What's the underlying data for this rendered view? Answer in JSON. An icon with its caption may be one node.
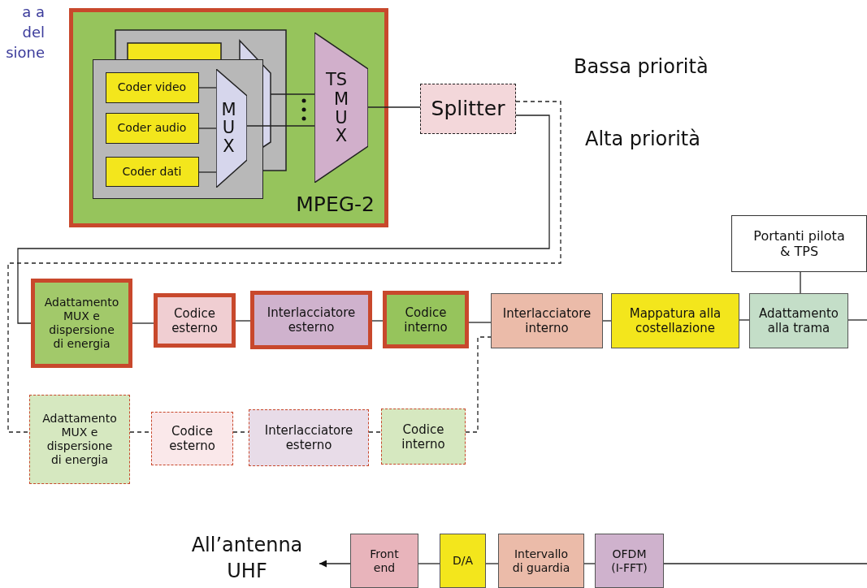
{
  "diagram": {
    "nodes": [
      {
        "text": [
          "MPEG-2"
        ]
      },
      {
        "text": [],
        "shape": "box",
        "in": 0
      },
      {
        "text": [
          "Coder video"
        ],
        "in": 1
      },
      {
        "text": [
          "Coder audio"
        ],
        "in": 1
      },
      {
        "text": [
          "Coder dati"
        ],
        "in": 1
      },
      {
        "text": [
          "MUX"
        ],
        "in": 1
      },
      {
        "text": [
          "TS",
          "MUX"
        ],
        "in": 0
      },
      {
        "text": [
          "Splitter"
        ]
      },
      {
        "text": [
          "Adattamento MUX e dispersione di energia"
        ]
      },
      {
        "text": [
          "Codice esterno"
        ]
      },
      {
        "text": [
          "Interlacciatore esterno"
        ]
      },
      {
        "text": [
          "Codice interno"
        ]
      },
      {
        "text": [
          "Interlacciatore interno"
        ]
      },
      {
        "text": [
          "Mappatura alla costellazione"
        ]
      },
      {
        "text": [
          "Adattamento alla trama"
        ]
      },
      {
        "text": [
          "Portanti pilota & TPS"
        ]
      },
      {
        "text": [
          "Adattamento MUX e dispersione di energia"
        ]
      },
      {
        "text": [
          "Codice esterno"
        ]
      },
      {
        "text": [
          "Interlacciatore esterno"
        ]
      },
      {
        "text": [
          "Codice interno"
        ]
      },
      {
        "text": [
          "Front end"
        ]
      },
      {
        "text": [
          "D/A"
        ]
      },
      {
        "text": [
          "Intervallo di guardia"
        ]
      },
      {
        "text": [
          "OFDM (I-FFT)"
        ]
      },
      {
        "text": [
          "All’antenna UHF"
        ]
      }
    ],
    "edges": [
      {
        "from": 2,
        "to": 5,
        "arrow": "none"
      },
      {
        "from": 3,
        "to": 5,
        "arrow": "none"
      },
      {
        "from": 4,
        "to": 5,
        "arrow": "none"
      },
      {
        "from": 5,
        "to": 6,
        "arrow": "none"
      },
      {
        "from": 6,
        "to": 7,
        "arrow": "none"
      },
      {
        "from": 7,
        "to": 8,
        "arrow": "none"
      },
      {
        "from": 7,
        "to": 16,
        "arrow": "none",
        "style": "dashed"
      },
      {
        "from": 8,
        "to": 9,
        "arrow": "none"
      },
      {
        "from": 9,
        "to": 10,
        "arrow": "none"
      },
      {
        "from": 10,
        "to": 11,
        "arrow": "none"
      },
      {
        "from": 11,
        "to": 12,
        "arrow": "none"
      },
      {
        "from": 12,
        "to": 13,
        "arrow": "none"
      },
      {
        "from": 13,
        "to": 14,
        "arrow": "none"
      },
      {
        "from": 15,
        "to": 14,
        "arrow": "none"
      },
      {
        "from": 14,
        "to": null,
        "arrow": "none"
      },
      {
        "from": 16,
        "to": 17,
        "arrow": "none",
        "style": "dashed"
      },
      {
        "from": 17,
        "to": 18,
        "arrow": "none",
        "style": "dashed"
      },
      {
        "from": 18,
        "to": 19,
        "arrow": "none",
        "style": "dashed"
      },
      {
        "from": 19,
        "to": 12,
        "arrow": "none",
        "style": "dashed"
      },
      {
        "from": null,
        "to": 23,
        "arrow": "none"
      },
      {
        "from": 23,
        "to": 22,
        "arrow": "none"
      },
      {
        "from": 22,
        "to": 21,
        "arrow": "none"
      },
      {
        "from": 21,
        "to": 20,
        "arrow": "none"
      },
      {
        "from": 20,
        "to": 24,
        "arrow": "to"
      }
    ],
    "labels": [
      "a a",
      "del",
      "sione",
      "Bassa priorità",
      "Alta priorità"
    ]
  }
}
